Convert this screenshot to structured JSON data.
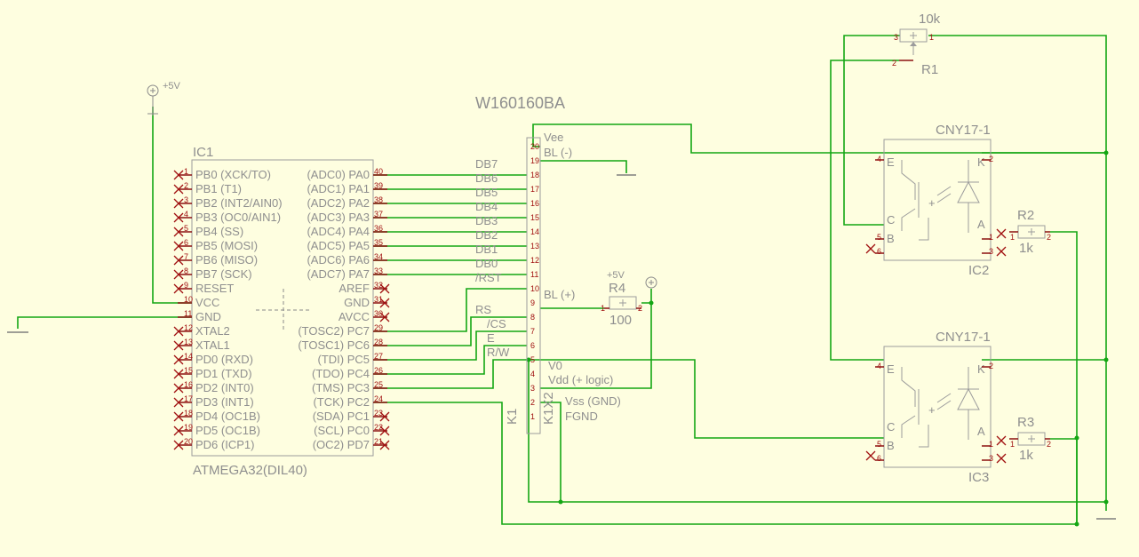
{
  "ic1": {
    "name": "IC1",
    "part": "ATMEGA32(DIL40)",
    "left_pins": [
      {
        "num": "1",
        "label": "PB0 (XCK/TO)"
      },
      {
        "num": "2",
        "label": "PB1 (T1)"
      },
      {
        "num": "3",
        "label": "PB2 (INT2/AIN0)"
      },
      {
        "num": "4",
        "label": "PB3 (OC0/AIN1)"
      },
      {
        "num": "5",
        "label": "PB4 (SS)"
      },
      {
        "num": "6",
        "label": "PB5 (MOSI)"
      },
      {
        "num": "7",
        "label": "PB6 (MISO)"
      },
      {
        "num": "8",
        "label": "PB7 (SCK)"
      },
      {
        "num": "9",
        "label": "RESET"
      },
      {
        "num": "10",
        "label": "VCC"
      },
      {
        "num": "11",
        "label": "GND"
      },
      {
        "num": "12",
        "label": "XTAL2"
      },
      {
        "num": "13",
        "label": "XTAL1"
      },
      {
        "num": "14",
        "label": "PD0 (RXD)"
      },
      {
        "num": "15",
        "label": "PD1 (TXD)"
      },
      {
        "num": "16",
        "label": "PD2 (INT0)"
      },
      {
        "num": "17",
        "label": "PD3 (INT1)"
      },
      {
        "num": "18",
        "label": "PD4 (OC1B)"
      },
      {
        "num": "19",
        "label": "PD5 (OC1B)"
      },
      {
        "num": "20",
        "label": "PD6 (ICP1)"
      }
    ],
    "right_pins": [
      {
        "num": "40",
        "label": "(ADC0) PA0"
      },
      {
        "num": "39",
        "label": "(ADC1) PA1"
      },
      {
        "num": "38",
        "label": "(ADC2) PA2"
      },
      {
        "num": "37",
        "label": "(ADC3) PA3"
      },
      {
        "num": "36",
        "label": "(ADC4) PA4"
      },
      {
        "num": "35",
        "label": "(ADC5) PA5"
      },
      {
        "num": "34",
        "label": "(ADC6) PA6"
      },
      {
        "num": "33",
        "label": "(ADC7) PA7"
      },
      {
        "num": "32",
        "label": "AREF"
      },
      {
        "num": "31",
        "label": "GND"
      },
      {
        "num": "30",
        "label": "AVCC"
      },
      {
        "num": "29",
        "label": "(TOSC2) PC7"
      },
      {
        "num": "28",
        "label": "(TOSC1) PC6"
      },
      {
        "num": "27",
        "label": "(TDI) PC5"
      },
      {
        "num": "26",
        "label": "(TDO) PC4"
      },
      {
        "num": "25",
        "label": "(TMS) PC3"
      },
      {
        "num": "24",
        "label": "(TCK) PC2"
      },
      {
        "num": "23",
        "label": "(SDA) PC1"
      },
      {
        "num": "22",
        "label": "(SCL) PC0"
      },
      {
        "num": "21",
        "label": "(OC2) PD7"
      }
    ]
  },
  "lcd": {
    "name": "W160160BA",
    "left_labels": [
      "DB7",
      "DB6",
      "DB5",
      "DB4",
      "DB3",
      "DB2",
      "DB1",
      "DB0",
      "/RST",
      "",
      "RS",
      "/CS",
      "E",
      "R/W"
    ],
    "pin_numbers": [
      "20",
      "19",
      "18",
      "17",
      "16",
      "15",
      "14",
      "13",
      "12",
      "11",
      "10",
      "9",
      "8",
      "7",
      "6",
      "5",
      "4",
      "3",
      "2",
      "1"
    ],
    "right_labels": {
      "p20": "Vee",
      "p19": "BL (-)",
      "p10": "BL (+)",
      "p5": "V0",
      "p4": "Vdd (+ logic)",
      "p3": "Vss (GND)",
      "p2": "FGND"
    },
    "k1": "K1",
    "k2": "K1X2"
  },
  "supply": {
    "label": "+5V"
  },
  "r4": {
    "name": "R4",
    "value": "100",
    "supply": "+5V",
    "pin1": "1",
    "pin2": "2"
  },
  "r1": {
    "name": "R1",
    "value": "10k",
    "pin1": "1",
    "pin2": "2",
    "pin3": "3"
  },
  "r2": {
    "name": "R2",
    "value": "1k",
    "pin1": "1",
    "pin2": "2"
  },
  "r3": {
    "name": "R3",
    "value": "1k",
    "pin1": "1",
    "pin2": "2"
  },
  "ic2": {
    "part": "CNY17-1",
    "name": "IC2",
    "pins": {
      "E": "E",
      "C": "C",
      "B": "B",
      "K": "K",
      "A": "A",
      "p4": "4",
      "p5": "5",
      "p6": "6",
      "p1": "1",
      "p2": "2",
      "p3": "3"
    }
  },
  "ic3": {
    "part": "CNY17-1",
    "name": "IC3",
    "pins": {
      "E": "E",
      "C": "C",
      "B": "B",
      "K": "K",
      "A": "A",
      "p4": "4",
      "p5": "5",
      "p6": "6",
      "p1": "1",
      "p2": "2",
      "p3": "3"
    }
  },
  "colors": {
    "background": "#fefee0",
    "wire": "#13a613",
    "body": "#9c9c9c",
    "pin": "#8c1010",
    "text": "#8f8f8f"
  }
}
